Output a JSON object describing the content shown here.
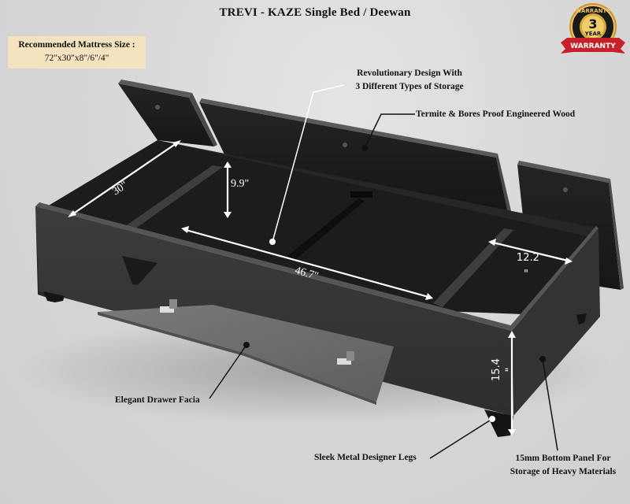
{
  "title": "TREVI - KAZE Single Bed / Deewan",
  "mattress": {
    "label": "Recommended Mattress Size :",
    "value": "72\"x30\"x8\"/6\"/4\""
  },
  "warranty_badge": {
    "top_text": "WARRANTY",
    "years": "3",
    "unit": "YEAR",
    "ribbon_text": "WARRANTY",
    "colors": {
      "gold": "#c9962b",
      "ribbon": "#c8202a",
      "center": "#111111"
    }
  },
  "callouts": {
    "design_line1": "Revolutionary Design With",
    "design_line2": "3 Different Types of Storage",
    "wood": "Termite & Bores Proof Engineered Wood",
    "drawer": "Elegant Drawer Facia",
    "legs": "Sleek Metal Designer Legs",
    "panel_line1": "15mm Bottom Panel For",
    "panel_line2": "Storage of Heavy Materials"
  },
  "dimensions": {
    "width": "30\"",
    "depth": "9.9\"",
    "length": "46.7\"",
    "side_width": "12.2",
    "side_width_unit": "\"",
    "height": "15.4",
    "height_unit": "\""
  },
  "colors": {
    "wood_dark": "#1e1e1e",
    "wood_mid": "#3a3a3a",
    "wood_light": "#4a4a4a",
    "facia": "#6a6a68",
    "mattress_box_bg": "#f5e3c0"
  }
}
